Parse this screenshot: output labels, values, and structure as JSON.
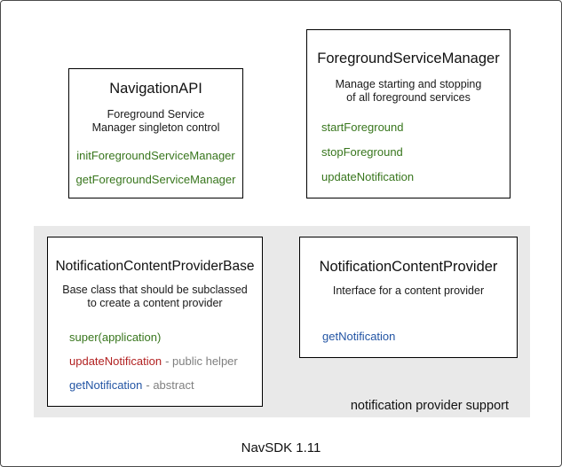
{
  "diagram": {
    "title": "NavSDK 1.11",
    "group_caption": "notification provider support",
    "colors": {
      "green": "#38761d",
      "red": "#b22222",
      "blue": "#2355a4",
      "gray": "#7f7f7f",
      "group_bg": "#e9e9e9",
      "box_border": "#000000"
    },
    "boxes": [
      {
        "id": "navigation-api",
        "title": "NavigationAPI",
        "description": [
          "Foreground Service",
          "Manager singleton control"
        ],
        "methods": [
          {
            "name": "initForegroundServiceManager",
            "color": "green",
            "suffix": ""
          },
          {
            "name": "getForegroundServiceManager",
            "color": "green",
            "suffix": ""
          }
        ]
      },
      {
        "id": "foreground-service-manager",
        "title": "ForegroundServiceManager",
        "description": [
          "Manage starting and stopping",
          "of all foreground services"
        ],
        "methods": [
          {
            "name": "startForeground",
            "color": "green",
            "suffix": ""
          },
          {
            "name": "stopForeground",
            "color": "green",
            "suffix": ""
          },
          {
            "name": "updateNotification",
            "color": "green",
            "suffix": ""
          }
        ]
      },
      {
        "id": "notification-content-provider-base",
        "title": "NotificationContentProviderBase",
        "description": [
          "Base class that should be subclassed",
          "to create a content provider"
        ],
        "methods": [
          {
            "name": "super(application)",
            "color": "green",
            "suffix": ""
          },
          {
            "name": "updateNotification",
            "color": "red",
            "suffix": "- public helper"
          },
          {
            "name": "getNotification",
            "color": "blue",
            "suffix": "- abstract"
          }
        ]
      },
      {
        "id": "notification-content-provider",
        "title": "NotificationContentProvider",
        "description": [
          "Interface for a content provider"
        ],
        "methods": [
          {
            "name": "getNotification",
            "color": "blue",
            "suffix": ""
          }
        ]
      }
    ]
  }
}
